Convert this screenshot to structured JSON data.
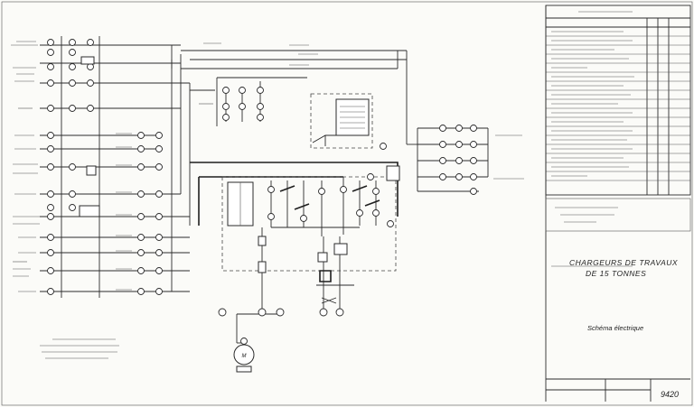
{
  "drawing": {
    "title_line1": "CHARGEURS DE TRAVAUX",
    "title_line2": "DE 15 TONNES",
    "subtitle": "Schéma électrique",
    "number": "9420"
  },
  "colors": {
    "ink": "#2b2b2b",
    "paper": "#fbfbf8"
  }
}
